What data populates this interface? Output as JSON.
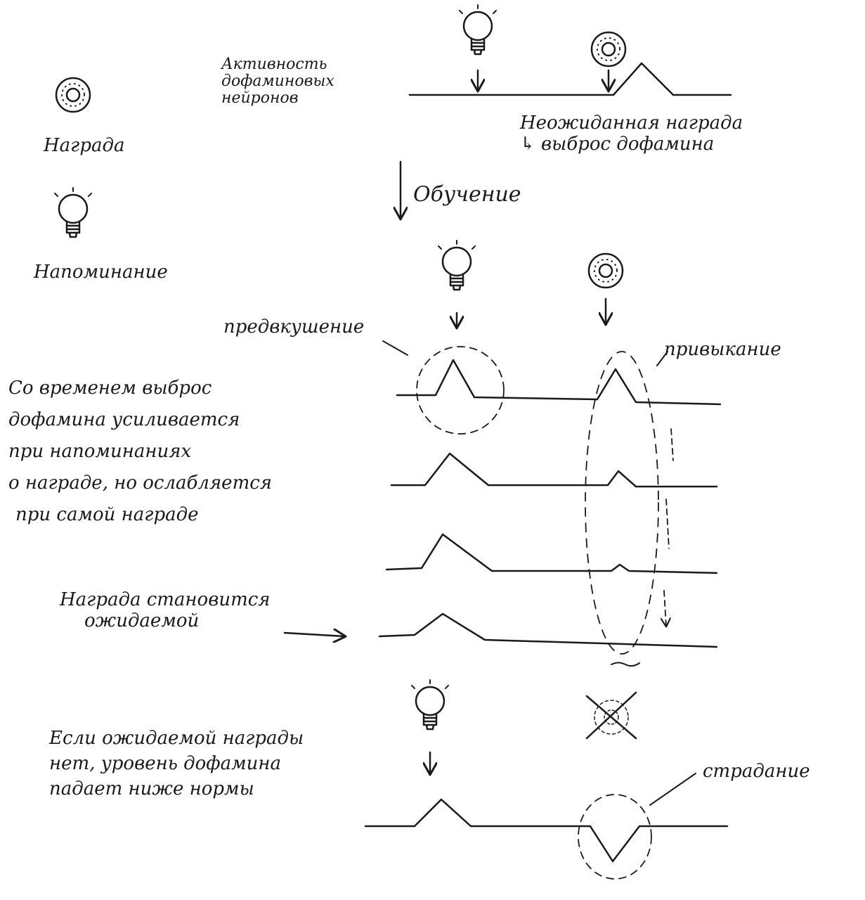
{
  "legend": {
    "reward_label": "Награда",
    "reminder_label": "Напоминание"
  },
  "top": {
    "activity_label": [
      "Активность",
      "дофаминовых",
      "нейронов"
    ],
    "unexpected_reward": "Неожиданная награда",
    "dopamine_burst": "↳ выброс дофамина"
  },
  "learning_label": "Обучение",
  "anticipation_label": "предвкушение",
  "habituation_label": "привыкание",
  "over_time_text": [
    "Со временем выброс",
    "дофамина усиливается",
    "при напоминаниях",
    "о награде, но ослабляется",
    "при самой награде"
  ],
  "expected_text": [
    "Награда становится",
    "ожидаемой"
  ],
  "absent_text": [
    "Если ожидаемой награды",
    "нет, уровень дофамина",
    "падает ниже нормы"
  ],
  "suffering_label": "страдание",
  "colors": {
    "ink": "#1a1a1a",
    "background": "#ffffff"
  }
}
